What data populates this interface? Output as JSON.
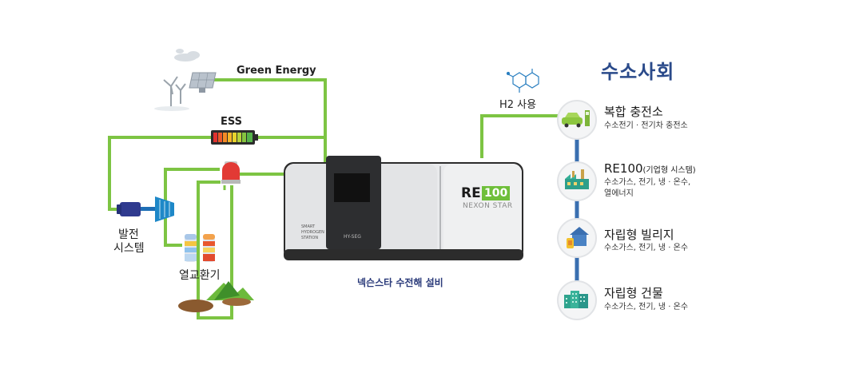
{
  "left": {
    "green_energy": "Green Energy",
    "ess": "ESS",
    "power_system_line1": "발전",
    "power_system_line2": "시스템",
    "heat_exchanger": "열교환기"
  },
  "device": {
    "smart_label_line1": "SMART",
    "smart_label_line2": "HYDROGEN",
    "smart_label_line3": "STATION",
    "model": "HY-SEG",
    "re_text": "RE",
    "re_num": "100",
    "brand": "NEXON STAR",
    "caption": "넥슨스타 수전해 설비"
  },
  "h2_use": "H2 사용",
  "society": {
    "title": "수소사회",
    "nodes": [
      {
        "title": "복합 충전소",
        "title_small": "",
        "desc": [
          "수소전기 · 전기차 충전소"
        ],
        "icon": "car-charging-icon"
      },
      {
        "title": "RE100",
        "title_small": "(기업형 시스템)",
        "desc": [
          "수소가스, 전기, 냉 · 온수,",
          "열에너지"
        ],
        "icon": "factory-icon"
      },
      {
        "title": "자립형 빌리지",
        "title_small": "",
        "desc": [
          "수소가스, 전기, 냉 · 온수"
        ],
        "icon": "village-house-icon"
      },
      {
        "title": "자립형 건물",
        "title_small": "",
        "desc": [
          "수소가스, 전기, 냉 · 온수"
        ],
        "icon": "building-icon"
      }
    ]
  },
  "colors": {
    "pipe": "#7dc443",
    "timeline": "#3a6fb0",
    "title": "#2a4a8a",
    "re_badge": "#6fbf3a"
  }
}
